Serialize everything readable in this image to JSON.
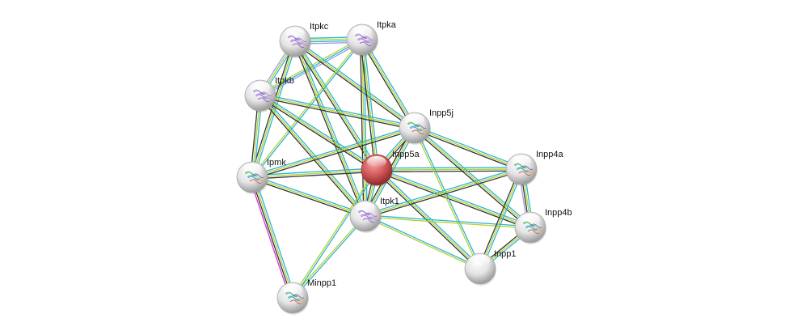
{
  "network": {
    "title": "Inpp5a protein interaction network",
    "query_node": "Inpp5a",
    "edge_colors": {
      "database": "#2ab5d0",
      "textmining": "#b5d22d",
      "coexpression": "#333333",
      "experiments": "#d633d6",
      "homology": "#9a9aee"
    },
    "node_colors": {
      "query": "#d34a4a",
      "default": "#e8e8e8"
    },
    "nodes": [
      {
        "id": "Itpkc",
        "label": "Itpkc",
        "query": false,
        "structure": "purple"
      },
      {
        "id": "Itpka",
        "label": "Itpka",
        "query": false,
        "structure": "purple"
      },
      {
        "id": "Itpkb",
        "label": "Itpkb",
        "query": false,
        "structure": "purple"
      },
      {
        "id": "Inpp5j",
        "label": "Inpp5j",
        "query": false,
        "structure": "rainbow"
      },
      {
        "id": "Inpp5a",
        "label": "Inpp5a",
        "query": true,
        "structure": "none"
      },
      {
        "id": "Ipmk",
        "label": "Ipmk",
        "query": false,
        "structure": "rainbow"
      },
      {
        "id": "Itpk1",
        "label": "Itpk1",
        "query": false,
        "structure": "purple"
      },
      {
        "id": "Inpp4a",
        "label": "Inpp4a",
        "query": false,
        "structure": "rainbow"
      },
      {
        "id": "Inpp4b",
        "label": "Inpp4b",
        "query": false,
        "structure": "rainbow"
      },
      {
        "id": "Inpp1",
        "label": "Inpp1",
        "query": false,
        "structure": "none"
      },
      {
        "id": "Minpp1",
        "label": "Minpp1",
        "query": false,
        "structure": "rainbow"
      }
    ],
    "edges": [
      {
        "source": "Itpkc",
        "target": "Itpka",
        "types": [
          "database",
          "textmining",
          "database",
          "homology"
        ]
      },
      {
        "source": "Itpkc",
        "target": "Itpkb",
        "types": [
          "database",
          "textmining",
          "homology"
        ]
      },
      {
        "source": "Itpka",
        "target": "Itpkb",
        "types": [
          "homology",
          "database",
          "textmining"
        ]
      },
      {
        "source": "Itpkc",
        "target": "Ipmk",
        "types": [
          "database",
          "textmining",
          "coexpression"
        ]
      },
      {
        "source": "Itpkc",
        "target": "Itpk1",
        "types": [
          "database",
          "textmining",
          "coexpression"
        ]
      },
      {
        "source": "Itpkc",
        "target": "Inpp5a",
        "types": [
          "database",
          "textmining",
          "coexpression"
        ]
      },
      {
        "source": "Itpkc",
        "target": "Inpp5j",
        "types": [
          "database",
          "textmining",
          "coexpression"
        ]
      },
      {
        "source": "Itpka",
        "target": "Ipmk",
        "types": [
          "database",
          "textmining"
        ]
      },
      {
        "source": "Itpka",
        "target": "Itpk1",
        "types": [
          "database",
          "textmining",
          "coexpression"
        ]
      },
      {
        "source": "Itpka",
        "target": "Inpp5a",
        "types": [
          "database",
          "textmining",
          "coexpression"
        ]
      },
      {
        "source": "Itpka",
        "target": "Inpp5j",
        "types": [
          "database",
          "textmining",
          "coexpression"
        ]
      },
      {
        "source": "Itpkb",
        "target": "Ipmk",
        "types": [
          "database",
          "textmining",
          "coexpression"
        ]
      },
      {
        "source": "Itpkb",
        "target": "Itpk1",
        "types": [
          "database",
          "textmining",
          "coexpression"
        ]
      },
      {
        "source": "Itpkb",
        "target": "Inpp5a",
        "types": [
          "database",
          "textmining",
          "coexpression"
        ]
      },
      {
        "source": "Itpkb",
        "target": "Inpp5j",
        "types": [
          "database",
          "textmining",
          "coexpression"
        ]
      },
      {
        "source": "Ipmk",
        "target": "Inpp5a",
        "types": [
          "database",
          "textmining",
          "coexpression"
        ]
      },
      {
        "source": "Ipmk",
        "target": "Inpp5j",
        "types": [
          "database",
          "textmining",
          "coexpression"
        ]
      },
      {
        "source": "Ipmk",
        "target": "Itpk1",
        "types": [
          "database",
          "textmining",
          "coexpression"
        ]
      },
      {
        "source": "Ipmk",
        "target": "Minpp1",
        "types": [
          "database",
          "textmining",
          "coexpression",
          "experiments"
        ]
      },
      {
        "source": "Itpk1",
        "target": "Minpp1",
        "types": [
          "database",
          "textmining"
        ]
      },
      {
        "source": "Inpp5a",
        "target": "Minpp1",
        "types": [
          "database",
          "textmining"
        ]
      },
      {
        "source": "Inpp5a",
        "target": "Itpk1",
        "types": [
          "database",
          "textmining",
          "coexpression"
        ]
      },
      {
        "source": "Inpp5a",
        "target": "Inpp5j",
        "types": [
          "database",
          "textmining",
          "coexpression"
        ]
      },
      {
        "source": "Inpp5a",
        "target": "Inpp4a",
        "types": [
          "database",
          "textmining",
          "coexpression"
        ]
      },
      {
        "source": "Inpp5a",
        "target": "Inpp4b",
        "types": [
          "database",
          "textmining",
          "coexpression"
        ]
      },
      {
        "source": "Inpp5a",
        "target": "Inpp1",
        "types": [
          "database",
          "textmining",
          "coexpression"
        ]
      },
      {
        "source": "Inpp5j",
        "target": "Itpk1",
        "types": [
          "database",
          "textmining",
          "coexpression"
        ]
      },
      {
        "source": "Inpp5j",
        "target": "Inpp4a",
        "types": [
          "database",
          "textmining",
          "coexpression"
        ]
      },
      {
        "source": "Inpp5j",
        "target": "Inpp4b",
        "types": [
          "database",
          "textmining",
          "coexpression"
        ]
      },
      {
        "source": "Inpp5j",
        "target": "Inpp1",
        "types": [
          "database",
          "textmining"
        ]
      },
      {
        "source": "Itpk1",
        "target": "Inpp4a",
        "types": [
          "database",
          "textmining",
          "coexpression"
        ]
      },
      {
        "source": "Itpk1",
        "target": "Inpp4b",
        "types": [
          "database",
          "textmining"
        ]
      },
      {
        "source": "Itpk1",
        "target": "Inpp1",
        "types": [
          "database",
          "textmining"
        ]
      },
      {
        "source": "Inpp4a",
        "target": "Inpp4b",
        "types": [
          "database",
          "textmining",
          "coexpression",
          "homology"
        ]
      },
      {
        "source": "Inpp4a",
        "target": "Inpp1",
        "types": [
          "database",
          "textmining",
          "coexpression"
        ]
      },
      {
        "source": "Inpp4b",
        "target": "Inpp1",
        "types": [
          "database",
          "textmining",
          "coexpression"
        ]
      }
    ]
  }
}
